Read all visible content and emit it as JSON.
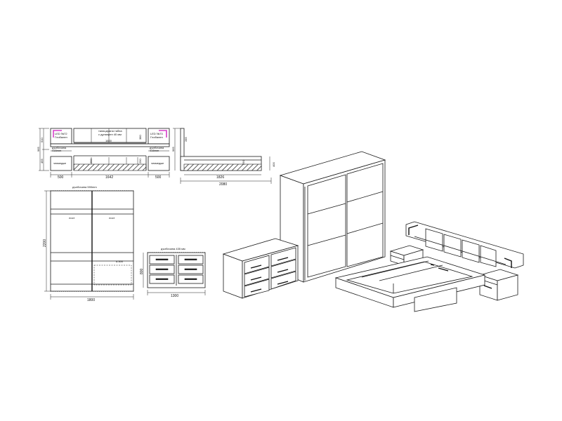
{
  "bed_front": {
    "led_left": [
      "LED №72",
      "Глобален"
    ],
    "headboard_note": [
      "тапицирана табла",
      "с дунапрен 40 мм"
    ],
    "led_right": [
      "LED №73",
      "Глобален"
    ],
    "depth_left": [
      "дълбочина",
      "415mm"
    ],
    "depth_right": [
      "дълбочина",
      "415mm"
    ],
    "drawer_left": "чекмедже",
    "drawer_right": "чекмедже",
    "dims": {
      "overall_height": "965",
      "upper_height": "510",
      "lower_height": "455",
      "headboard_width": "1600",
      "panel_height": "380",
      "base_height": "290",
      "left_width": "500",
      "bed_width": "1642",
      "right_width": "500"
    }
  },
  "bed_side": {
    "dims": {
      "overall_height": "965",
      "top_height": "285",
      "inner_height": "290",
      "side_height": "400",
      "length_inner": "1826",
      "length_total": "2080"
    }
  },
  "wardrobe": {
    "depth_note": "дълбочина 590mm",
    "left_label": "лост",
    "right_label": "лост",
    "height": "2200",
    "width": "1800",
    "shelf_depth": "d.500"
  },
  "dresser": {
    "depth_note": "дълбочина 435 мм",
    "height": "800",
    "width": "1300"
  }
}
